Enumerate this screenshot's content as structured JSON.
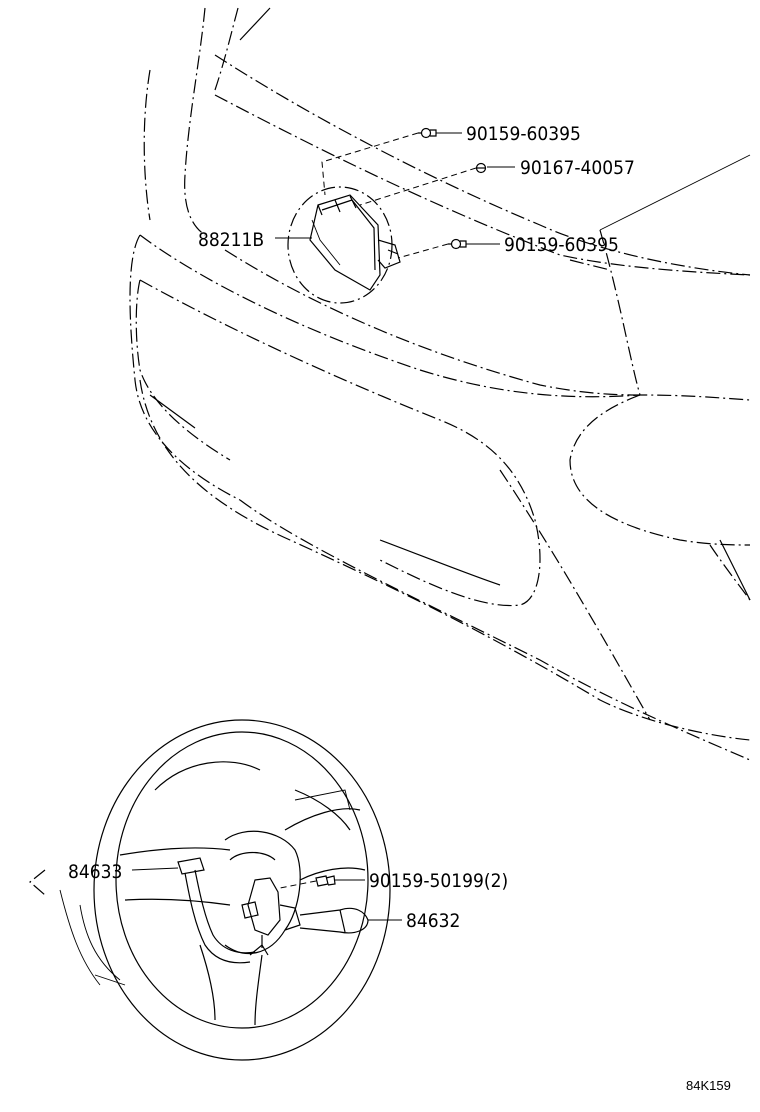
{
  "labels": {
    "part_88211b": "88211B",
    "bolt_upper": "90159-60395",
    "nut": "90167-40057",
    "bolt_lower": "90159-60395",
    "switch_84633": "84633",
    "screw": "90159-50199(2)",
    "switch_84632": "84632"
  },
  "diagram_code": "84K159"
}
